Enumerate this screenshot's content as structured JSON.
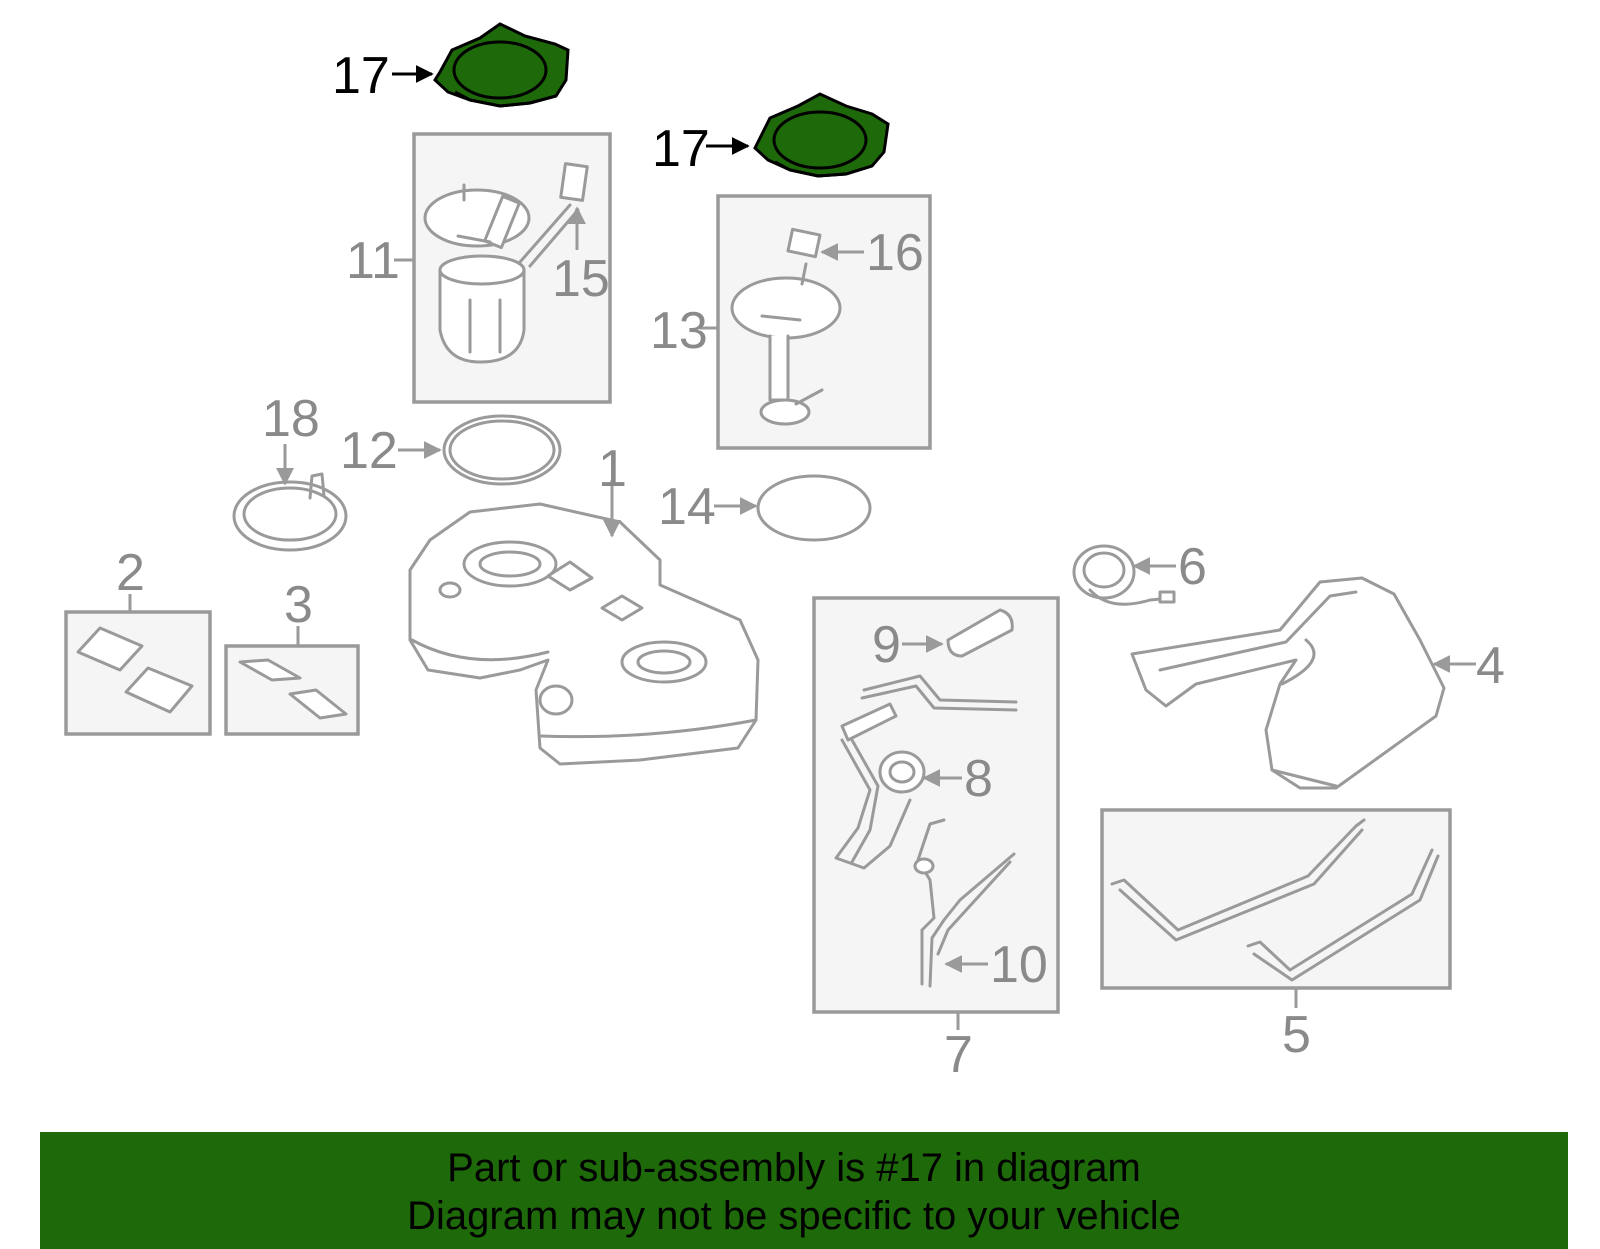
{
  "diagram": {
    "callouts": {
      "c1": "1",
      "c2": "2",
      "c3": "3",
      "c4": "4",
      "c5": "5",
      "c6": "6",
      "c7": "7",
      "c8": "8",
      "c9": "9",
      "c10": "10",
      "c11": "11",
      "c12": "12",
      "c13": "13",
      "c14": "14",
      "c15": "15",
      "c16": "16",
      "c17a": "17",
      "c17b": "17",
      "c18": "18"
    },
    "highlight_color": "#1e6a0a",
    "line_color": "#9a9a9a"
  },
  "banner": {
    "line1": "Part or sub-assembly is #17 in diagram",
    "line2": "Diagram may not be specific to your vehicle"
  }
}
